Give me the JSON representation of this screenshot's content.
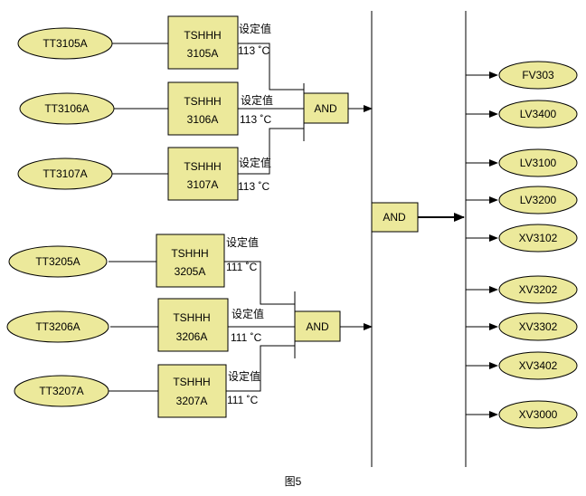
{
  "sensors": [
    {
      "label": "TT3105A"
    },
    {
      "label": "TT3106A"
    },
    {
      "label": "TT3107A"
    },
    {
      "label": "TT3205A"
    },
    {
      "label": "TT3206A"
    },
    {
      "label": "TT3207A"
    }
  ],
  "switches": [
    {
      "line1": "TSHHH",
      "line2": "3105A",
      "setpoint_label": "设定值",
      "setpoint_value": "113 ˚C"
    },
    {
      "line1": "TSHHH",
      "line2": "3106A",
      "setpoint_label": "设定值",
      "setpoint_value": "113 ˚C"
    },
    {
      "line1": "TSHHH",
      "line2": "3107A",
      "setpoint_label": "设定值",
      "setpoint_value": "113 ˚C"
    },
    {
      "line1": "TSHHH",
      "line2": "3205A",
      "setpoint_label": "设定值",
      "setpoint_value": "111 ˚C"
    },
    {
      "line1": "TSHHH",
      "line2": "3206A",
      "setpoint_label": "设定值",
      "setpoint_value": "111 ˚C"
    },
    {
      "line1": "TSHHH",
      "line2": "3207A",
      "setpoint_label": "设定值",
      "setpoint_value": "111 ˚C"
    }
  ],
  "gates": [
    {
      "label": "AND"
    },
    {
      "label": "AND"
    },
    {
      "label": "AND"
    }
  ],
  "outputs": [
    {
      "label": "FV303"
    },
    {
      "label": "LV3400"
    },
    {
      "label": "LV3100"
    },
    {
      "label": "LV3200"
    },
    {
      "label": "XV3102"
    },
    {
      "label": "XV3202"
    },
    {
      "label": "XV3302"
    },
    {
      "label": "XV3402"
    },
    {
      "label": "XV3000"
    }
  ],
  "caption": "图5",
  "colors": {
    "fill": "#ece99b",
    "stroke": "#000000"
  }
}
